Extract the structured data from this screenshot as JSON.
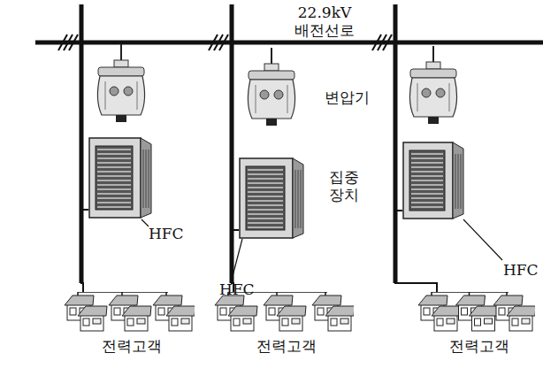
{
  "diagram": {
    "nodes": [
      {
        "text": [
          "HFC"
        ]
      },
      {
        "text": [
          "HFC"
        ]
      },
      {
        "text": [
          "HFC"
        ]
      },
      {
        "text": [
          "전력고객"
        ]
      },
      {
        "text": [
          "전력고객"
        ]
      },
      {
        "text": [
          "전력고객"
        ]
      }
    ],
    "edges": [
      {
        "from": 0,
        "to": 3,
        "arrow": "none"
      },
      {
        "from": 1,
        "to": 4,
        "arrow": "none"
      },
      {
        "from": 2,
        "to": 5,
        "arrow": "none"
      }
    ],
    "labels": [
      "22.9kV 배전선로",
      "변압기",
      "집중 장치"
    ]
  }
}
